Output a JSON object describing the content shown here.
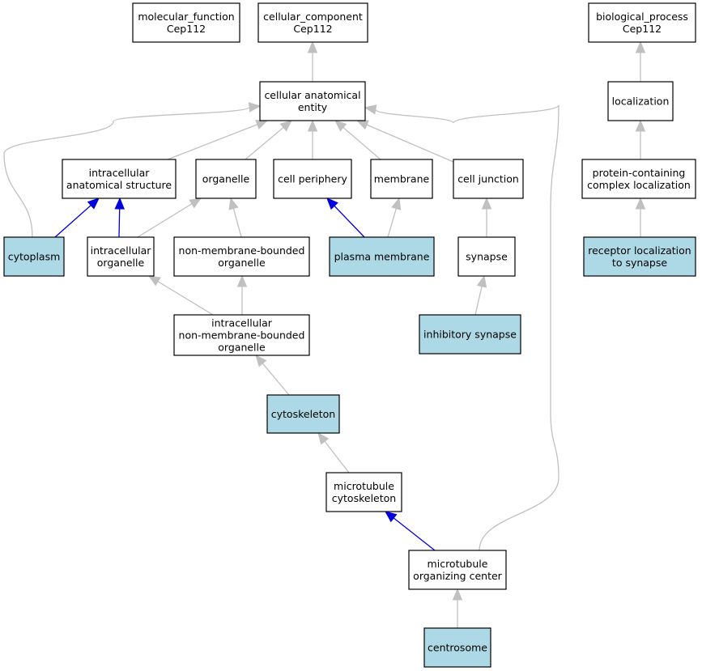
{
  "colors": {
    "annotated_fill": "#add8e6",
    "plain_fill": "#ffffff",
    "edge_is_a": "#c0c0c0",
    "edge_part_of": "#0000dd"
  },
  "nodes": [
    {
      "id": "mf",
      "lines": [
        "molecular_function",
        "Cep112"
      ],
      "annotated": false
    },
    {
      "id": "cc",
      "lines": [
        "cellular_component",
        "Cep112"
      ],
      "annotated": false
    },
    {
      "id": "bp",
      "lines": [
        "biological_process",
        "Cep112"
      ],
      "annotated": false
    },
    {
      "id": "cae",
      "lines": [
        "cellular anatomical",
        "entity"
      ],
      "annotated": false
    },
    {
      "id": "loc",
      "lines": [
        "localization"
      ],
      "annotated": false
    },
    {
      "id": "ias",
      "lines": [
        "intracellular",
        "anatomical structure"
      ],
      "annotated": false
    },
    {
      "id": "org",
      "lines": [
        "organelle"
      ],
      "annotated": false
    },
    {
      "id": "cp",
      "lines": [
        "cell periphery"
      ],
      "annotated": false
    },
    {
      "id": "mem",
      "lines": [
        "membrane"
      ],
      "annotated": false
    },
    {
      "id": "cj",
      "lines": [
        "cell junction"
      ],
      "annotated": false
    },
    {
      "id": "pcl",
      "lines": [
        "protein-containing",
        "complex localization"
      ],
      "annotated": false
    },
    {
      "id": "cyto",
      "lines": [
        "cytoplasm"
      ],
      "annotated": true
    },
    {
      "id": "io",
      "lines": [
        "intracellular",
        "organelle"
      ],
      "annotated": false
    },
    {
      "id": "nmbo",
      "lines": [
        "non-membrane-bounded",
        "organelle"
      ],
      "annotated": false
    },
    {
      "id": "pm",
      "lines": [
        "plasma membrane"
      ],
      "annotated": true
    },
    {
      "id": "syn",
      "lines": [
        "synapse"
      ],
      "annotated": false
    },
    {
      "id": "rls",
      "lines": [
        "receptor localization",
        "to synapse"
      ],
      "annotated": true
    },
    {
      "id": "inmbo",
      "lines": [
        "intracellular",
        "non-membrane-bounded",
        "organelle"
      ],
      "annotated": false
    },
    {
      "id": "isyn",
      "lines": [
        "inhibitory synapse"
      ],
      "annotated": true
    },
    {
      "id": "csk",
      "lines": [
        "cytoskeleton"
      ],
      "annotated": true
    },
    {
      "id": "mtc",
      "lines": [
        "microtubule",
        "cytoskeleton"
      ],
      "annotated": false
    },
    {
      "id": "mtoc",
      "lines": [
        "microtubule",
        "organizing center"
      ],
      "annotated": false
    },
    {
      "id": "cent",
      "lines": [
        "centrosome"
      ],
      "annotated": true
    }
  ],
  "edges": [
    {
      "from": "cae",
      "to": "cc",
      "type": "is_a"
    },
    {
      "from": "loc",
      "to": "bp",
      "type": "is_a"
    },
    {
      "from": "pcl",
      "to": "loc",
      "type": "is_a"
    },
    {
      "from": "rls",
      "to": "pcl",
      "type": "is_a"
    },
    {
      "from": "ias",
      "to": "cae",
      "type": "is_a"
    },
    {
      "from": "org",
      "to": "cae",
      "type": "is_a"
    },
    {
      "from": "cp",
      "to": "cae",
      "type": "is_a"
    },
    {
      "from": "mem",
      "to": "cae",
      "type": "is_a"
    },
    {
      "from": "cj",
      "to": "cae",
      "type": "is_a"
    },
    {
      "from": "cyto",
      "to": "cae",
      "type": "is_a"
    },
    {
      "from": "mtoc",
      "to": "cae",
      "type": "is_a"
    },
    {
      "from": "cyto",
      "to": "ias",
      "type": "part_of"
    },
    {
      "from": "io",
      "to": "ias",
      "type": "part_of"
    },
    {
      "from": "io",
      "to": "org",
      "type": "is_a"
    },
    {
      "from": "nmbo",
      "to": "org",
      "type": "is_a"
    },
    {
      "from": "pm",
      "to": "cp",
      "type": "part_of"
    },
    {
      "from": "pm",
      "to": "mem",
      "type": "is_a"
    },
    {
      "from": "syn",
      "to": "cj",
      "type": "is_a"
    },
    {
      "from": "isyn",
      "to": "syn",
      "type": "is_a"
    },
    {
      "from": "inmbo",
      "to": "io",
      "type": "is_a"
    },
    {
      "from": "inmbo",
      "to": "nmbo",
      "type": "is_a"
    },
    {
      "from": "csk",
      "to": "inmbo",
      "type": "is_a"
    },
    {
      "from": "mtc",
      "to": "csk",
      "type": "is_a"
    },
    {
      "from": "mtoc",
      "to": "mtc",
      "type": "part_of"
    },
    {
      "from": "cent",
      "to": "mtoc",
      "type": "is_a"
    }
  ]
}
